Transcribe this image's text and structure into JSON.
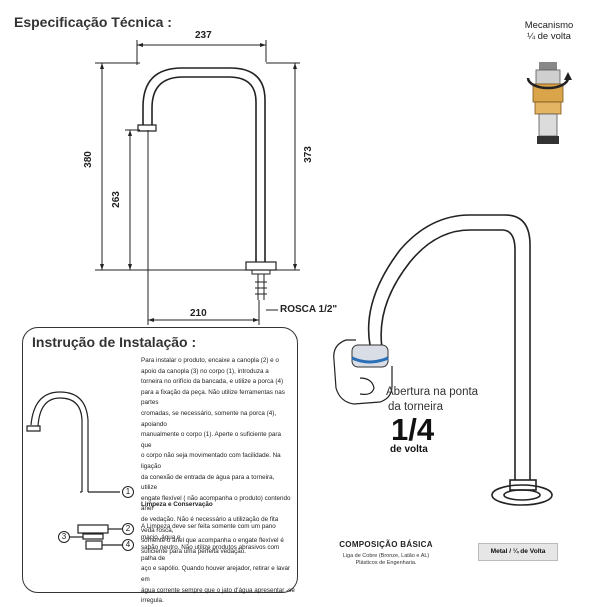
{
  "title": "Especificação Técnica :",
  "dimensions": {
    "width_top": "237",
    "height_total": "380",
    "height_inner": "263",
    "height_right": "373",
    "width_bottom": "210",
    "thread": "ROSCA 1/2\""
  },
  "mechanism": {
    "line1": "Mecanismo",
    "line2": "¼ de volta"
  },
  "installation": {
    "title": "Instrução de Instalação :",
    "paragraph_lines": [
      "Para instalar o produto, encaixe a canopla (2) e o",
      "apoio da canopla (3) no corpo (1), introduza a",
      "torneira no orifício da bancada, e utilize a porca (4)",
      "para a fixação da peça. Não utilize ferramentas nas partes",
      "cromadas, se necessário, somente na porca (4), apoiando",
      "manualmente o corpo (1). Aperte o suficiente para que",
      "o corpo não seja movimentado com facilidade. Na ligação",
      "da conexão de entrada de água para a torneira, utilize",
      "engate flexível ( não acompanha o produto) contendo anel",
      "de vedação. Não é necessário a utilização de fita veda rosca,",
      "somente o anel que acompanha o engate flexível é",
      "suficiente para uma perfeita vedação."
    ],
    "maintenance_title": "Limpeza e Conservação",
    "maintenance_lines": [
      "A Limpeza deve ser feita somente com um pano macio, água e",
      "sabão neutro. Não utilize produtos abrasivos com palha de",
      "aço e sapólio. Quando houver arejador, retirar e lavar em",
      "água corrente sempre que o jato d'água apresentar -se irregula."
    ],
    "part_numbers": [
      "1",
      "2",
      "3",
      "4"
    ]
  },
  "opening": {
    "line1": "Abertura na ponta",
    "line2": "da torneira",
    "fraction": "1/4",
    "unit": "de volta"
  },
  "composition": {
    "title": "COMPOSIÇÃO BÁSICA",
    "line1": "Liga de Cobre (Bronze, Latão e AL)",
    "line2": "Plásticos de Engenharia."
  },
  "badge": "Metal / ¼ de Volta"
}
